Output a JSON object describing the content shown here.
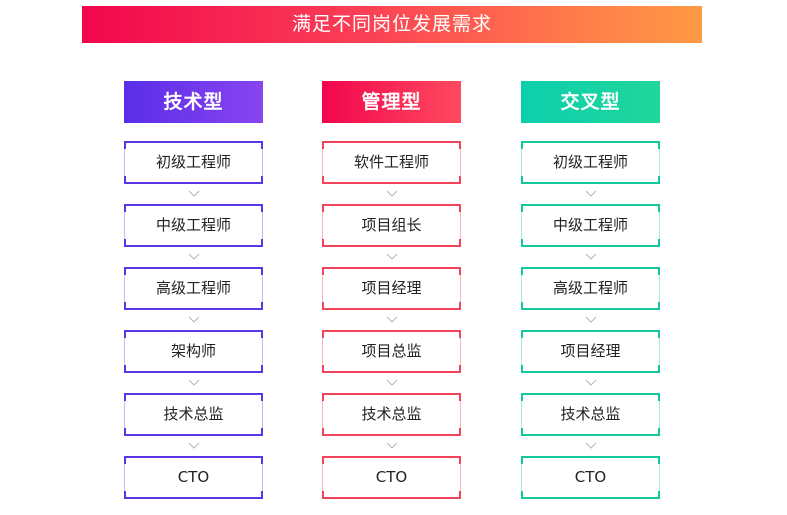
{
  "banner": {
    "title": "满足不同岗位发展需求"
  },
  "columns": [
    {
      "title": "技术型",
      "color": "#6a3cf0",
      "steps": [
        "初级工程师",
        "中级工程师",
        "高级工程师",
        "架构师",
        "技术总监",
        "CTO"
      ]
    },
    {
      "title": "管理型",
      "color": "#f2455c",
      "steps": [
        "软件工程师",
        "项目组长",
        "项目经理",
        "项目总监",
        "技术总监",
        "CTO"
      ]
    },
    {
      "title": "交叉型",
      "color": "#17cfa3",
      "steps": [
        "初级工程师",
        "中级工程师",
        "高级工程师",
        "项目经理",
        "技术总监",
        "CTO"
      ]
    }
  ]
}
